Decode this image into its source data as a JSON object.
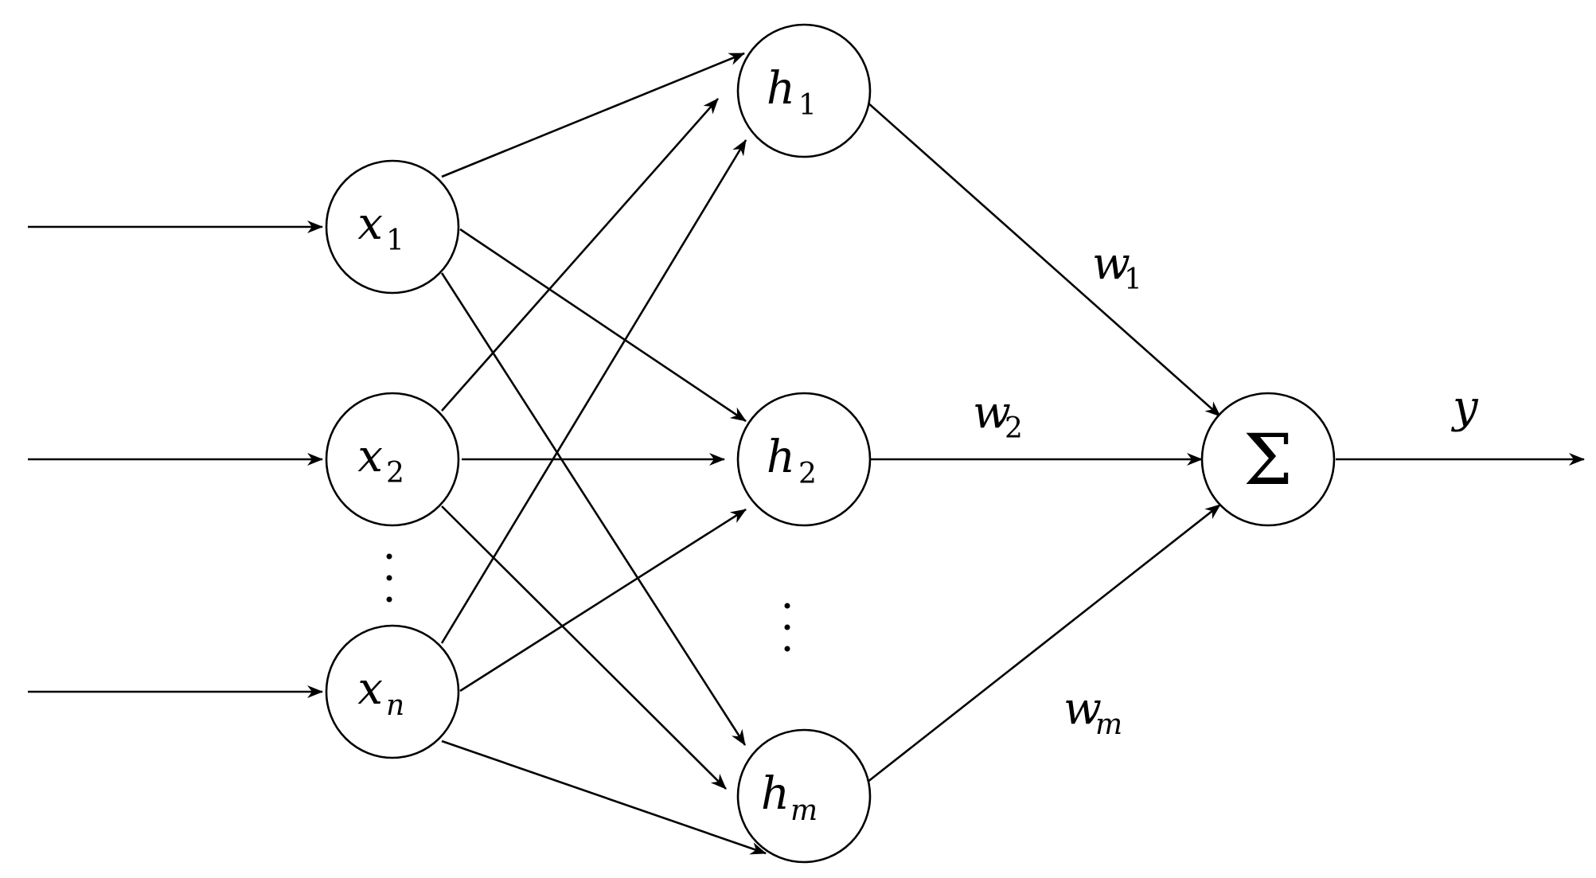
{
  "inputs": [
    {
      "symbol": "x",
      "subscript": "1"
    },
    {
      "symbol": "x",
      "subscript": "2"
    },
    {
      "symbol": "x",
      "subscript": "n"
    }
  ],
  "hidden": [
    {
      "symbol": "h",
      "subscript": "1"
    },
    {
      "symbol": "h",
      "subscript": "2"
    },
    {
      "symbol": "h",
      "subscript": "m"
    }
  ],
  "output_node": {
    "symbol": "Σ"
  },
  "weights": [
    {
      "symbol": "w",
      "subscript": "1"
    },
    {
      "symbol": "w",
      "subscript": "2"
    },
    {
      "symbol": "w",
      "subscript": "m"
    }
  ],
  "output_label": "y",
  "ellipsis": "⋮"
}
